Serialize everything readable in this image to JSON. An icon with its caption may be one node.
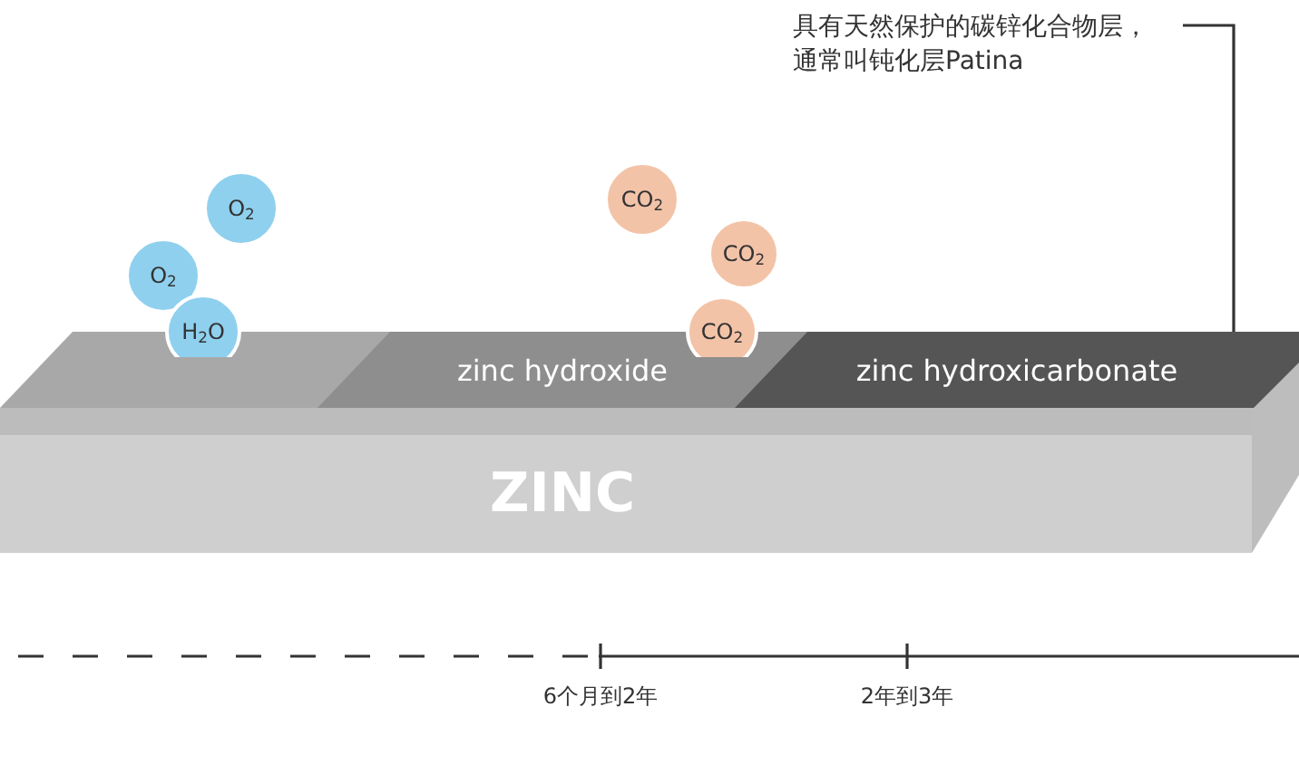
{
  "diagram": {
    "nodes": [
      {
        "text": [
          "具有天然保护的碳锌化合物层，通常叫钝化层Patina"
        ]
      },
      {
        "text": [
          "O$_{2}$"
        ]
      },
      {
        "text": [
          "O$_{2}$"
        ]
      },
      {
        "text": [
          "H$_{2}$O"
        ]
      },
      {
        "text": [
          "CO$_{2}$"
        ]
      },
      {
        "text": [
          "CO$_{2}$"
        ]
      },
      {
        "text": [
          "CO$_{2}$"
        ]
      },
      {
        "text": [
          "zinc hydroxide"
        ]
      },
      {
        "text": [
          "zinc hydroxicarbonate"
        ]
      },
      {
        "text": [
          "ZINC"
        ]
      }
    ],
    "edges": [
      {
        "from": 0,
        "to": 8,
        "arrow": "none"
      }
    ],
    "labels": [
      "6个月到2年",
      "2年到3年"
    ]
  }
}
